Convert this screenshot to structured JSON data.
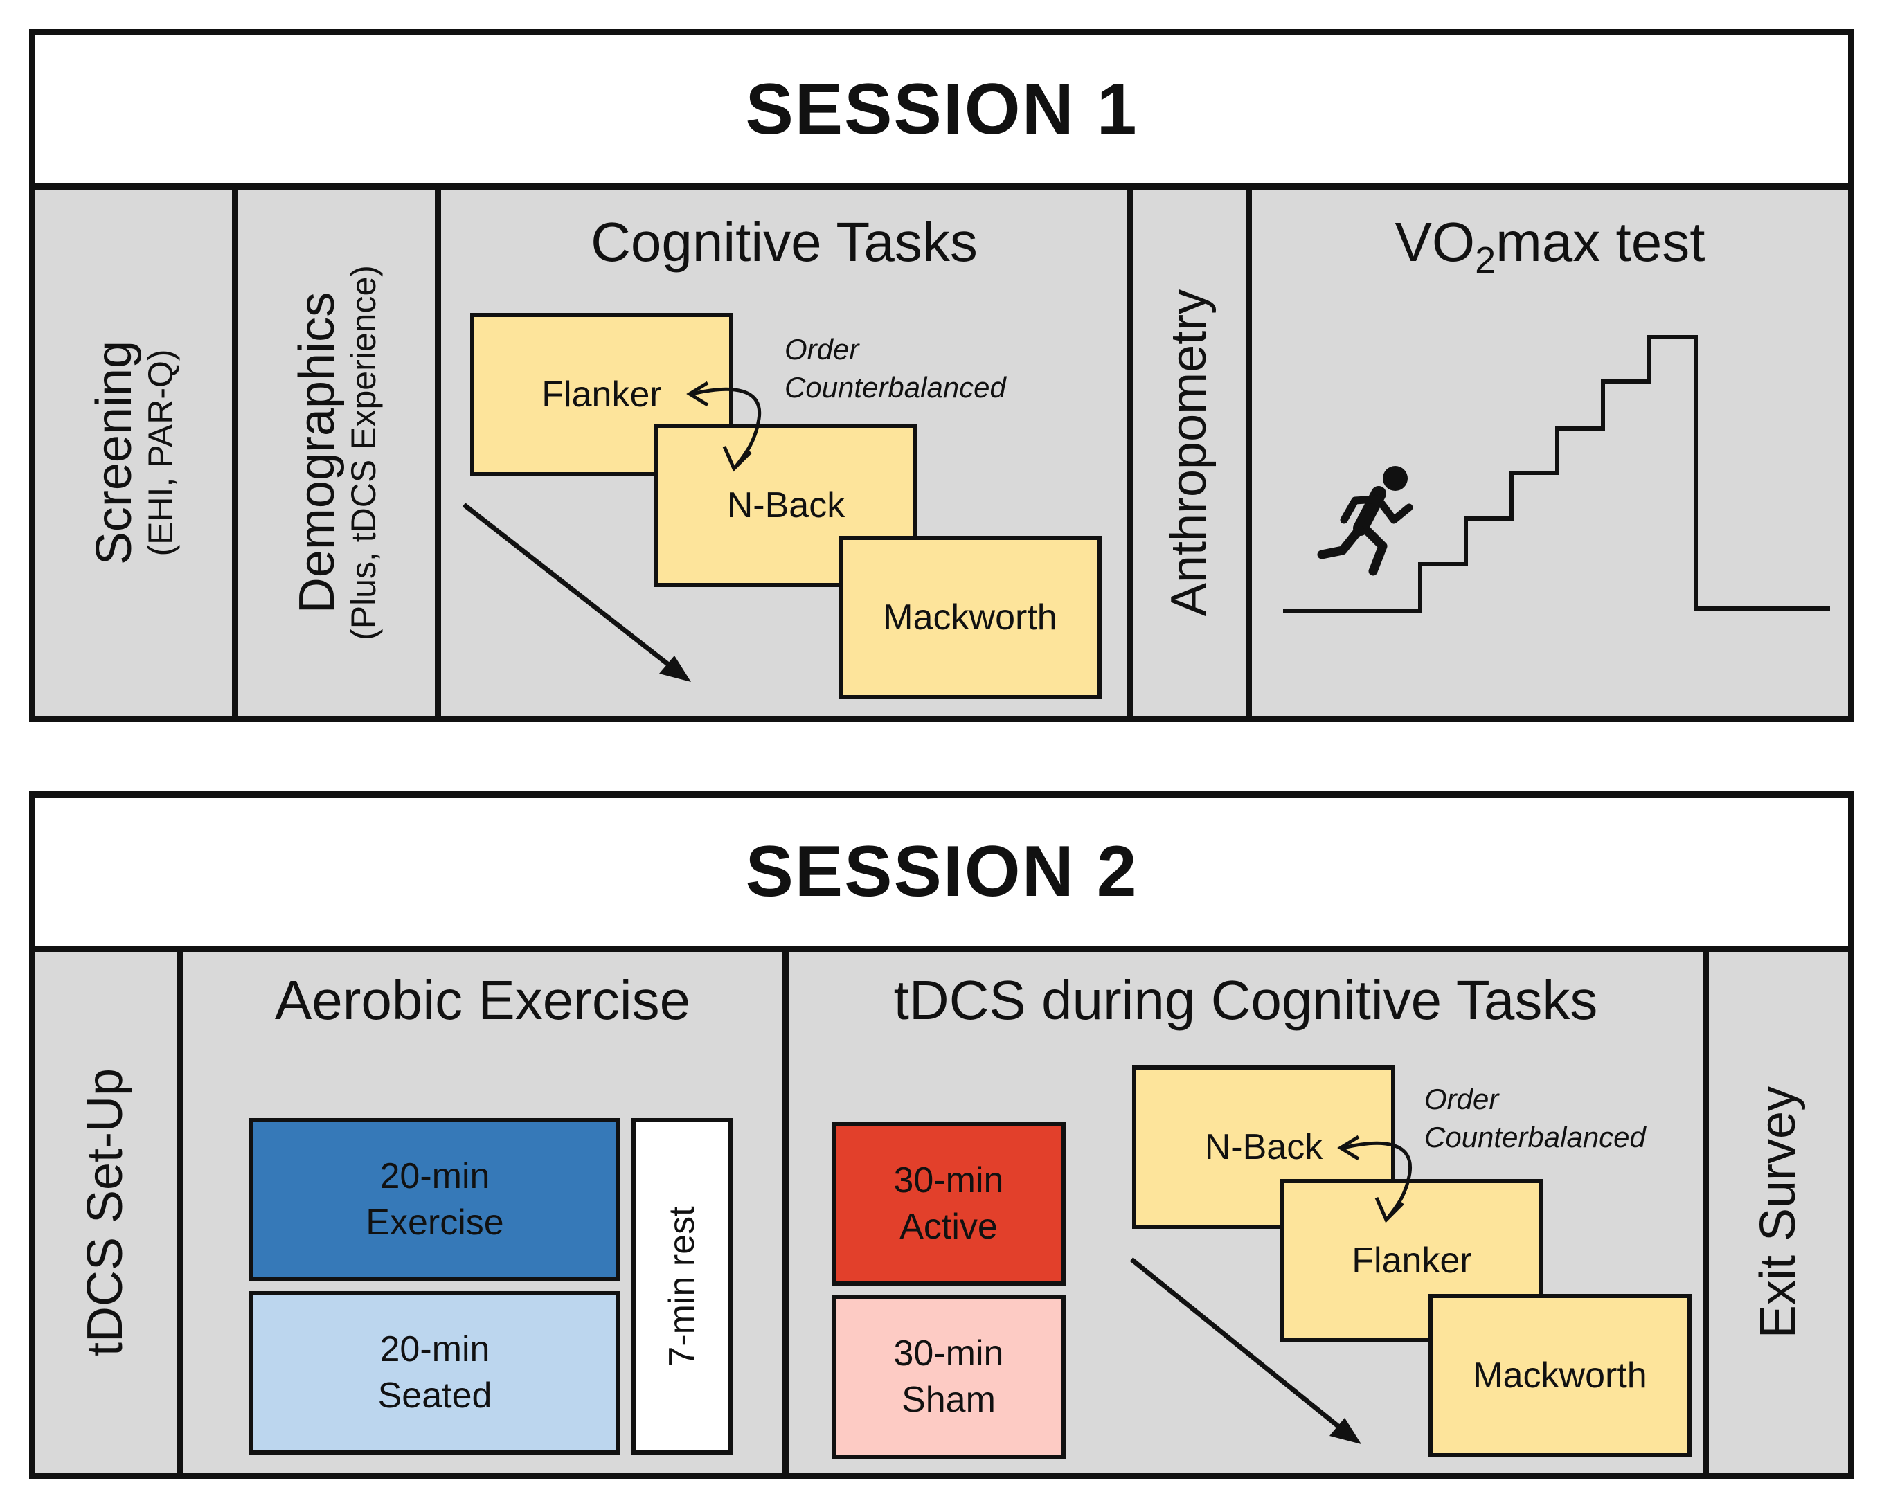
{
  "session1": {
    "title": "SESSION 1",
    "screening": {
      "label": "Screening",
      "sub": "(EHI, PAR-Q)"
    },
    "demographics": {
      "label": "Demographics",
      "sub": "(Plus, tDCS Experience)"
    },
    "cognitive": {
      "title": "Cognitive Tasks",
      "tasks": [
        "Flanker",
        "N-Back",
        "Mackworth"
      ],
      "note_line1": "Order",
      "note_line2": "Counterbalanced"
    },
    "anthropometry": {
      "label": "Anthropometry"
    },
    "vo2": {
      "prefix": "VO",
      "subscript": "2",
      "suffix": "max test",
      "icon": "running-person-icon"
    }
  },
  "session2": {
    "title": "SESSION 2",
    "setup": {
      "label": "tDCS Set-Up"
    },
    "aerobic": {
      "title": "Aerobic Exercise",
      "exercise_line1": "20-min",
      "exercise_line2": "Exercise",
      "seated_line1": "20-min",
      "seated_line2": "Seated",
      "rest": "7-min rest"
    },
    "tdcs": {
      "title": "tDCS during Cognitive Tasks",
      "active_line1": "30-min",
      "active_line2": "Active",
      "sham_line1": "30-min",
      "sham_line2": "Sham",
      "tasks": [
        "N-Back",
        "Flanker",
        "Mackworth"
      ],
      "note_line1": "Order",
      "note_line2": "Counterbalanced"
    },
    "exit": {
      "label": "Exit Survey"
    }
  },
  "colors": {
    "panel": "#d9d9d9",
    "task": "#fde49b",
    "exercise": "#3679b8",
    "seated": "#bcd6ee",
    "active": "#e2402b",
    "sham": "#fdcbc4"
  }
}
